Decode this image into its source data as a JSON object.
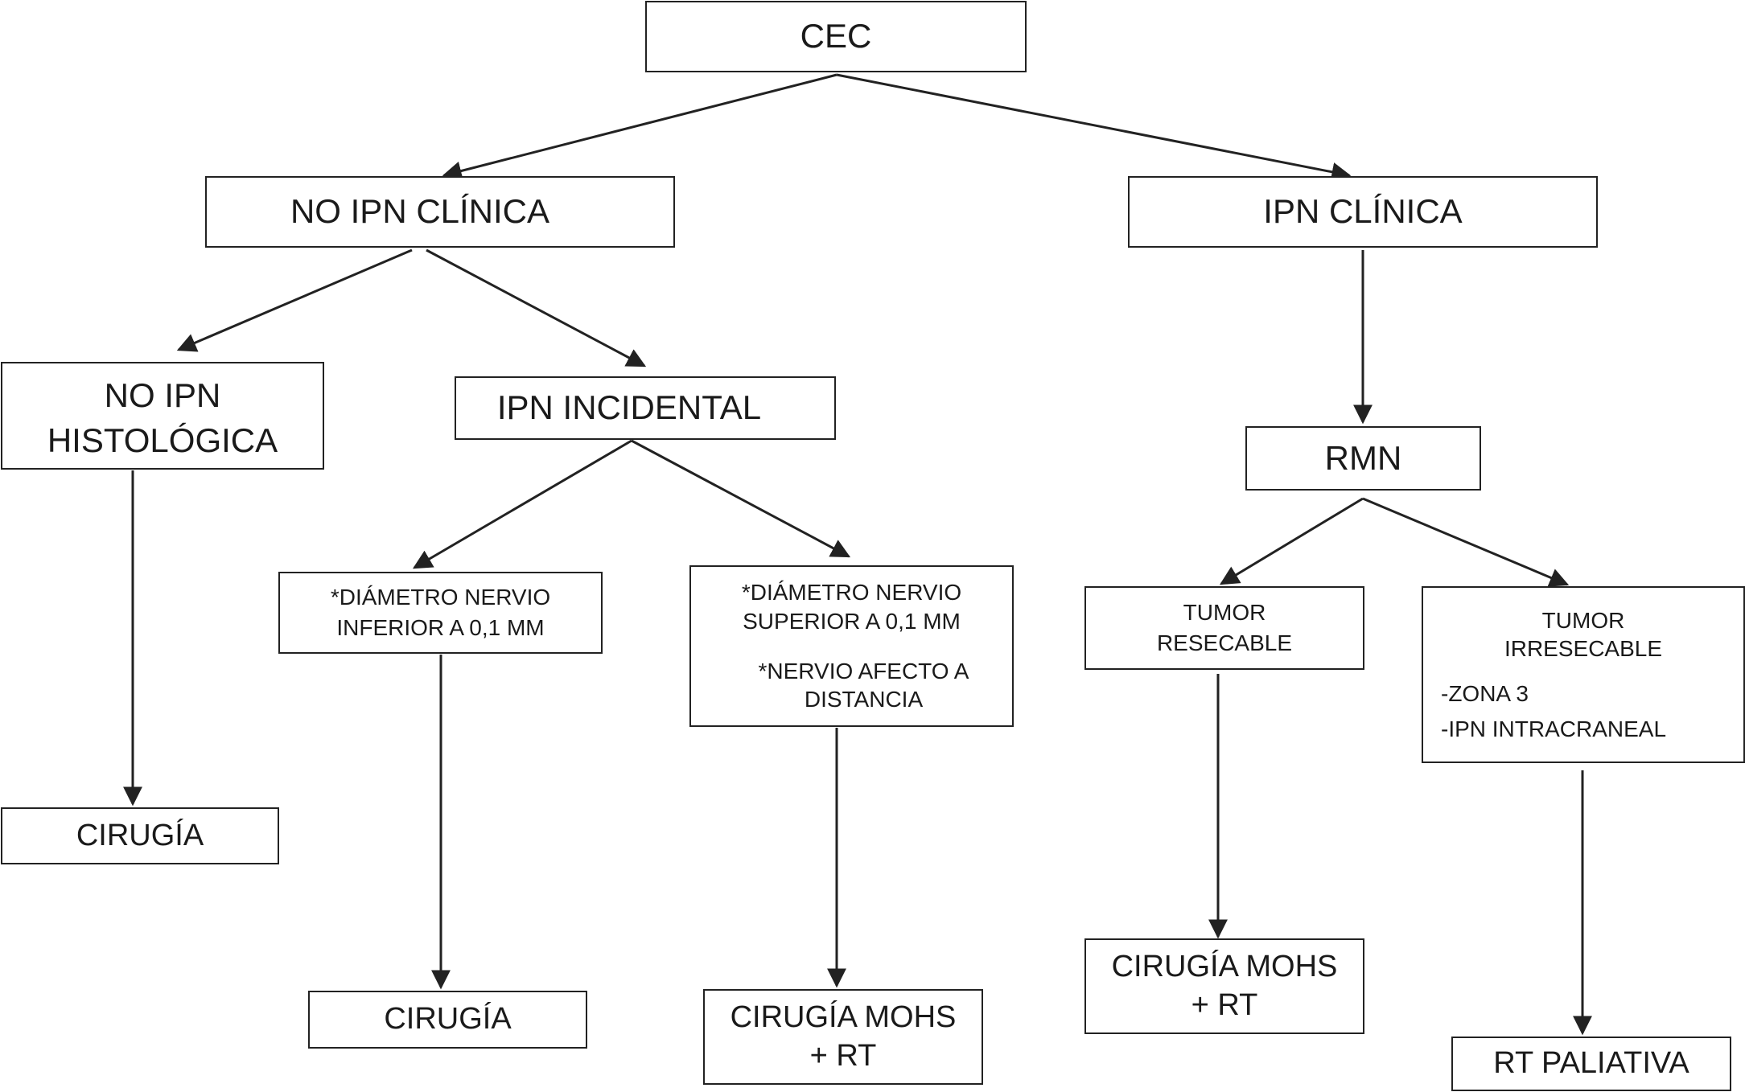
{
  "nodes": {
    "cec": "CEC",
    "no_ipn_clinica": "NO IPN CLÍNICA",
    "ipn_clinica": "IPN CLÍNICA",
    "no_ipn_histologica": [
      "NO IPN",
      "HISTOLÓGICA"
    ],
    "ipn_incidental": "IPN INCIDENTAL",
    "rmn": "RMN",
    "diametro_inferior": [
      "*DIÁMETRO NERVIO",
      "INFERIOR A 0,1 MM"
    ],
    "diametro_superior": [
      "*DIÁMETRO NERVIO",
      "SUPERIOR A 0,1 MM",
      "*NERVIO AFECTO A",
      "DISTANCIA"
    ],
    "tumor_resecable": [
      "TUMOR",
      "RESECABLE"
    ],
    "tumor_irresecable": [
      "TUMOR",
      "IRRESECABLE",
      "-ZONA 3",
      "-IPN INTRACRANEAL"
    ],
    "cirugia_left": "CIRUGÍA",
    "cirugia_mid": "CIRUGÍA",
    "mohs_rt_mid": [
      "CIRUGÍA MOHS",
      "+ RT"
    ],
    "mohs_rt_right": [
      "CIRUGÍA MOHS",
      "+ RT"
    ],
    "rt_paliativa": "RT PALIATIVA"
  },
  "colors": {
    "line": "#222222",
    "text": "#1a1a1a",
    "background": "#ffffff"
  }
}
